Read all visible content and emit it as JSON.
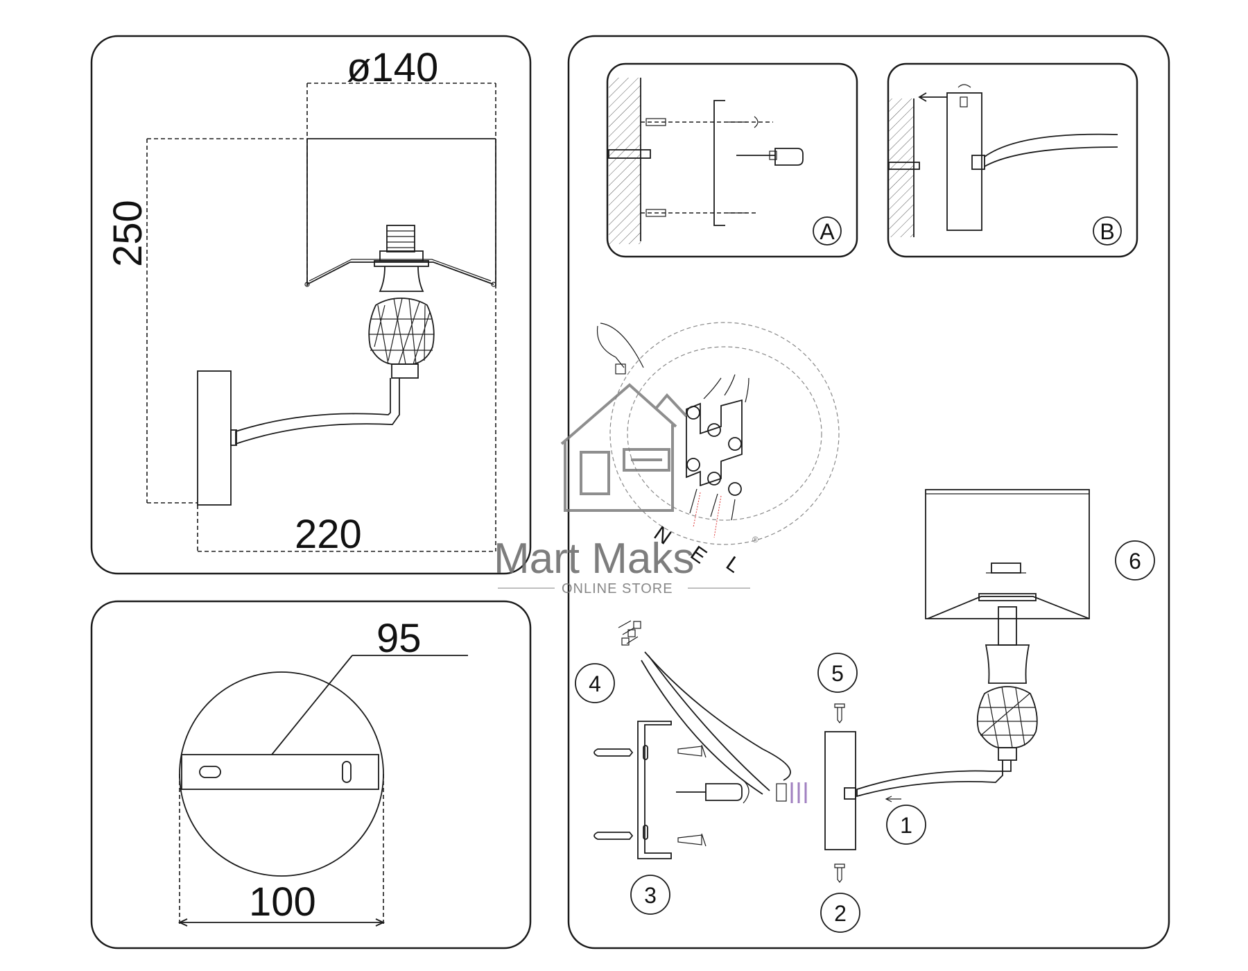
{
  "dimensions": {
    "shade_diameter": "ø140",
    "height": "250",
    "depth": "220",
    "bracket_length": "95",
    "base_diameter": "100"
  },
  "callouts": {
    "step_a": "A",
    "step_b": "B",
    "step_1": "1",
    "step_2": "2",
    "step_3": "3",
    "step_4": "4",
    "step_5": "5",
    "step_6": "6"
  },
  "wiring_labels": {
    "neutral": "N",
    "earth": "E",
    "live": "L"
  },
  "watermark": {
    "brand": "Mart Maks",
    "tagline": "ONLINE STORE",
    "registered": "®"
  }
}
